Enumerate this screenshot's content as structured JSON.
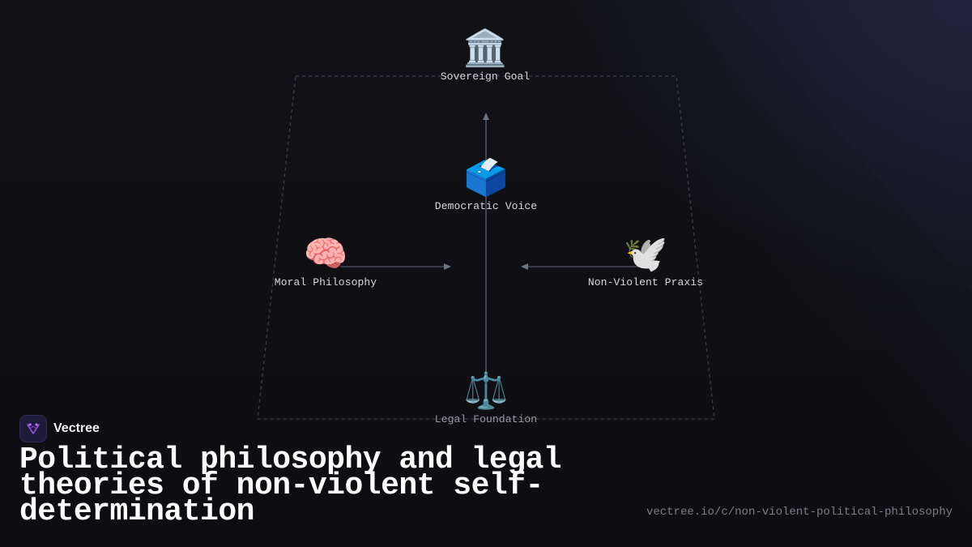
{
  "diagram": {
    "nodes": {
      "top": {
        "label": "Sovereign Goal",
        "icon": "classical-building-icon",
        "glyph": "🏛️"
      },
      "center": {
        "label": "Democratic Voice",
        "icon": "ballot-box-icon",
        "glyph": "🗳️"
      },
      "left": {
        "label": "Moral Philosophy",
        "icon": "brain-icon",
        "glyph": "🧠"
      },
      "right": {
        "label": "Non-Violent Praxis",
        "icon": "dove-icon",
        "glyph": "🕊️"
      },
      "bottom": {
        "label": "Legal Foundation",
        "icon": "scales-icon",
        "glyph": "⚖️"
      }
    }
  },
  "brand": {
    "name": "Vectree",
    "icon": "vectree-logo-icon"
  },
  "headline": "Political philosophy and legal theories of non-violent self-determination",
  "url": "vectree.io/c/non-violent-political-philosophy",
  "colors": {
    "background": "#0f0f13",
    "line": "#5a6070",
    "dashed": "#3a3f4a",
    "logo_accent": "#a64ee6"
  }
}
